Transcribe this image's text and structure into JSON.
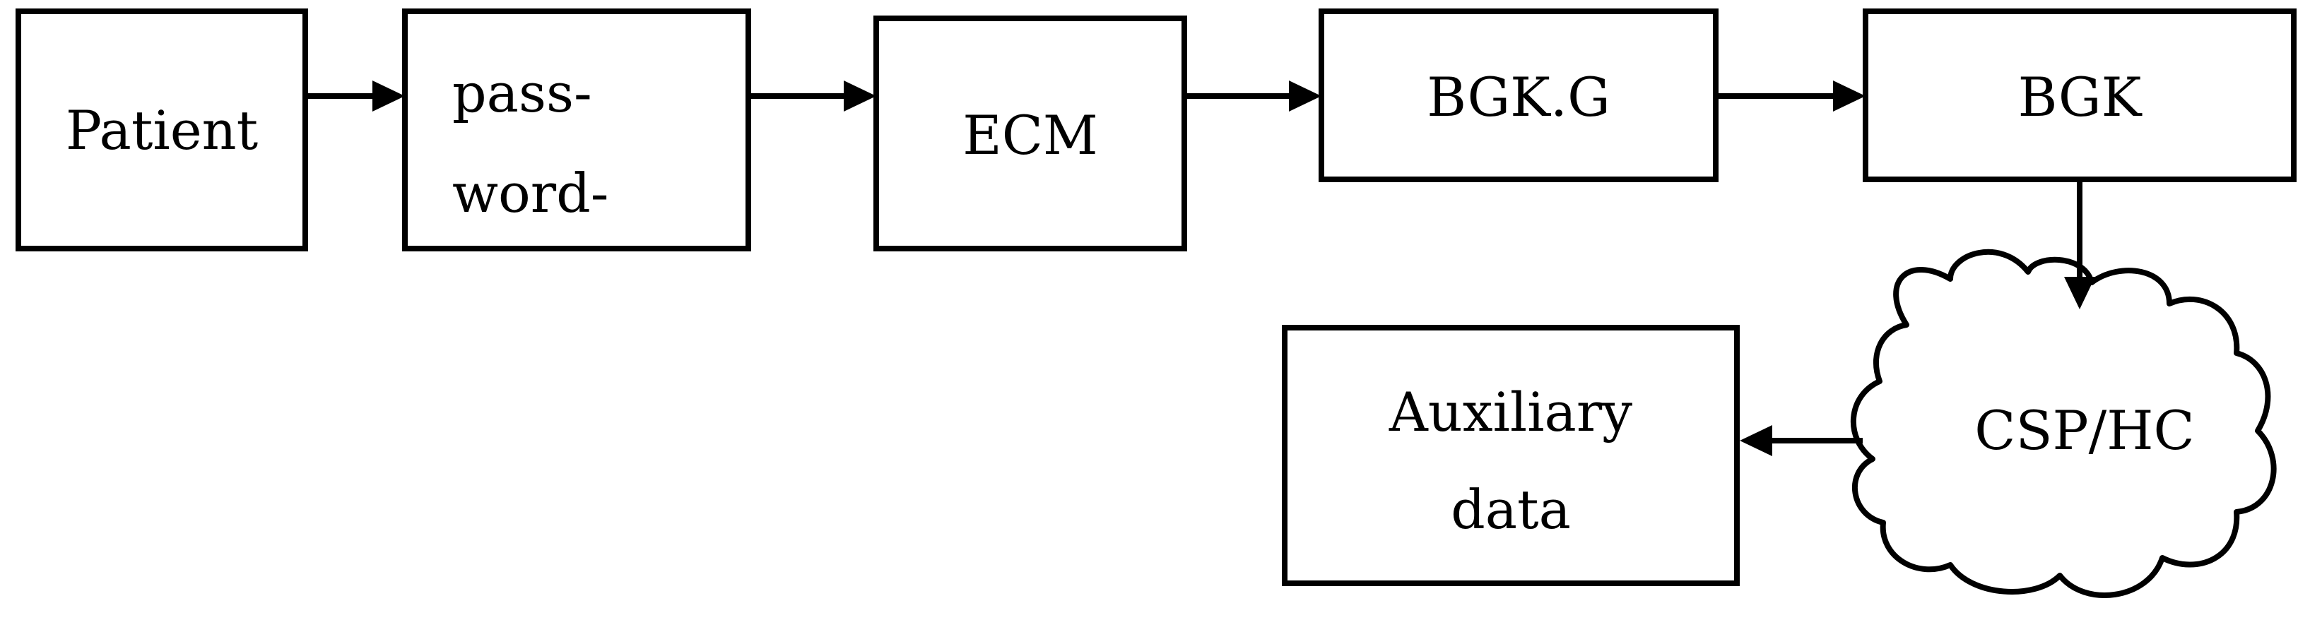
{
  "nodes": {
    "patient": {
      "label": "Patient"
    },
    "password": {
      "line1": "pass-",
      "line2": "word-"
    },
    "ecm": {
      "label": "ECM"
    },
    "bgkg": {
      "label": "BGK.G"
    },
    "bgk": {
      "label": "BGK"
    },
    "csphc": {
      "label": "CSP/HC",
      "shape": "cloud"
    },
    "auxiliary": {
      "line1": "Auxiliary",
      "line2": "data"
    }
  },
  "edges": [
    {
      "from": "Patient",
      "to": "password"
    },
    {
      "from": "password",
      "to": "ECM"
    },
    {
      "from": "ECM",
      "to": "BGK.G"
    },
    {
      "from": "BGK.G",
      "to": "BGK"
    },
    {
      "from": "BGK",
      "to": "CSP/HC"
    },
    {
      "from": "CSP/HC",
      "to": "Auxiliary data"
    }
  ]
}
